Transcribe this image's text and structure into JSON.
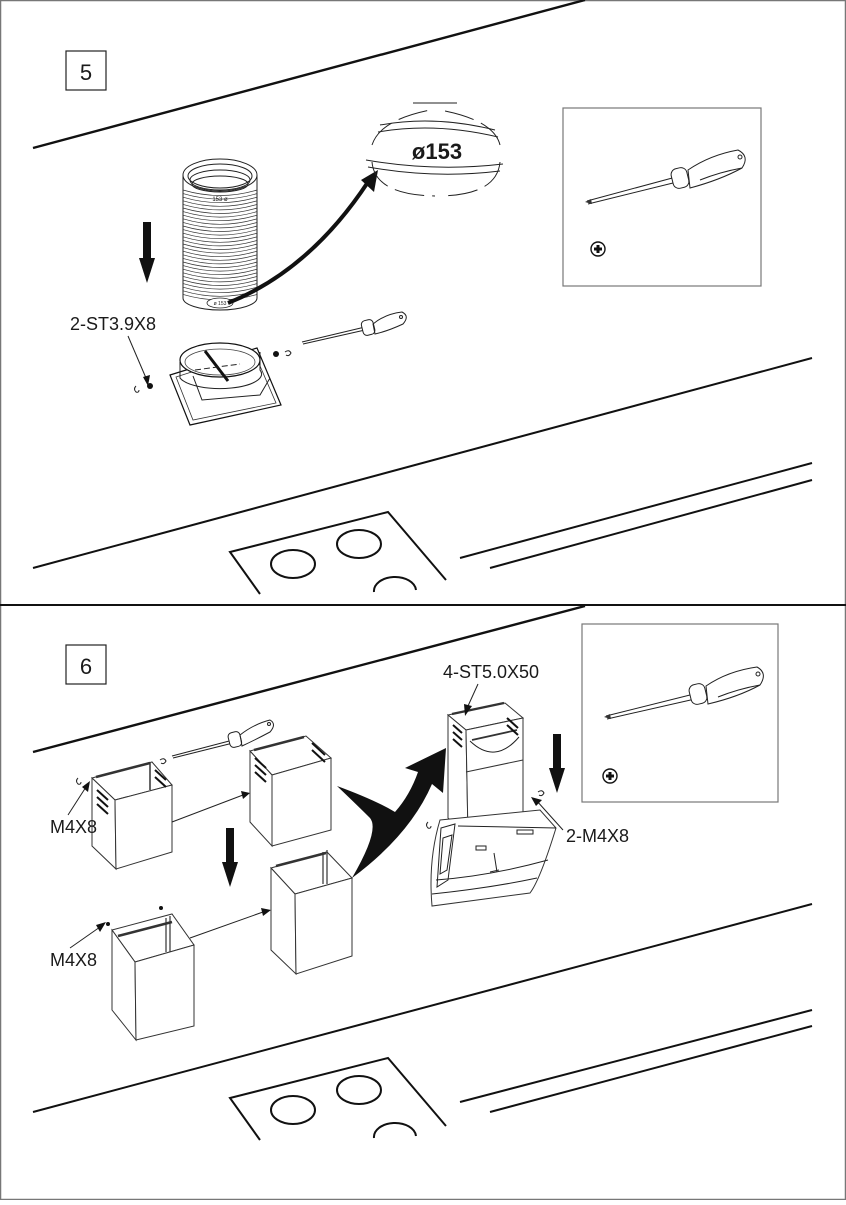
{
  "page": {
    "frame_color": "#777777",
    "ink_color": "#111111"
  },
  "steps": [
    {
      "number": "5",
      "labels": {
        "screw_spec": "2-ST3.9X8",
        "duct_diameter": "ø153"
      },
      "tool_box": {
        "tool": "phillips-screwdriver",
        "bit_symbol": "phillips-head"
      },
      "arrows": [
        "down-arrow",
        "curved-magnify-arrow"
      ]
    },
    {
      "number": "6",
      "labels": {
        "screw_spec_top_left": "M4X8",
        "screw_spec_bottom_left": "M4X8",
        "screw_spec_top": "4-ST5.0X50",
        "screw_spec_right": "2-M4X8"
      },
      "tool_box": {
        "tool": "phillips-screwdriver",
        "bit_symbol": "phillips-head"
      },
      "arrows": [
        "down-arrow",
        "down-arrow",
        "big-curved-arrow"
      ]
    }
  ]
}
